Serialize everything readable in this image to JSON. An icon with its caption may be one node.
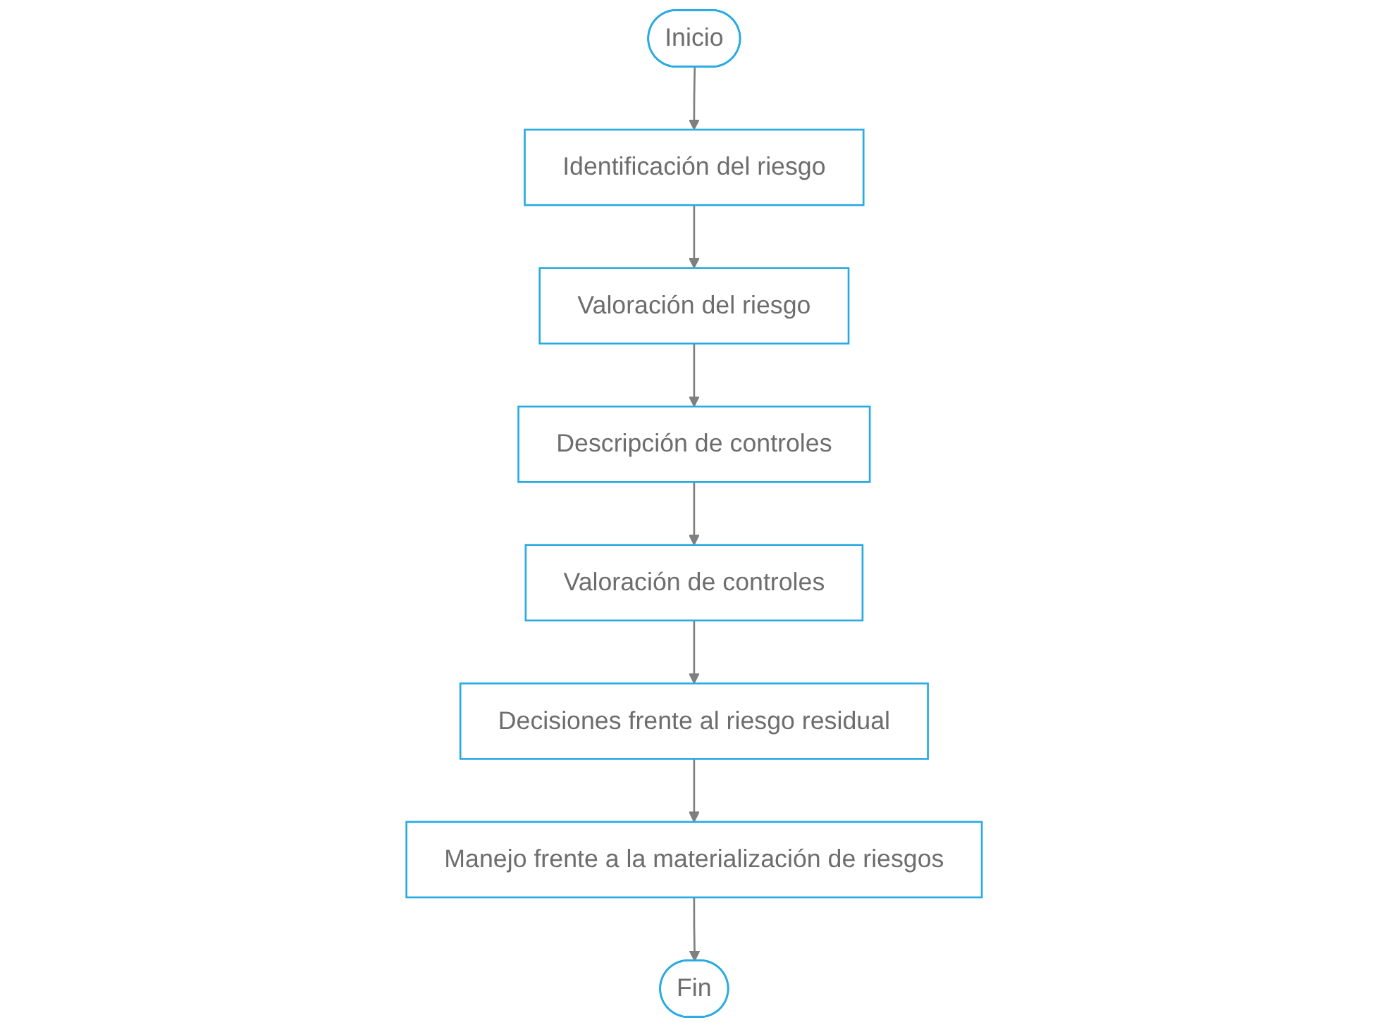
{
  "diagram": {
    "nodes": [
      {
        "text": [
          "Inicio"
        ]
      },
      {
        "text": [
          "Identificación del riesgo"
        ]
      },
      {
        "text": [
          "Valoración del riesgo"
        ]
      },
      {
        "text": [
          "Descripción de controles"
        ]
      },
      {
        "text": [
          "Valoración de controles"
        ]
      },
      {
        "text": [
          "Decisiones frente al riesgo residual"
        ]
      },
      {
        "text": [
          "Manejo frente a la materialización de riesgos"
        ]
      },
      {
        "text": [
          "Fin"
        ]
      }
    ],
    "edges": [
      {
        "from": 0,
        "to": 1,
        "arrow": "to"
      },
      {
        "from": 1,
        "to": 2,
        "arrow": "to"
      },
      {
        "from": 2,
        "to": 3,
        "arrow": "to"
      },
      {
        "from": 3,
        "to": 4,
        "arrow": "to"
      },
      {
        "from": 4,
        "to": 5,
        "arrow": "to"
      },
      {
        "from": 5,
        "to": 6,
        "arrow": "to"
      },
      {
        "from": 6,
        "to": 7,
        "arrow": "to"
      }
    ]
  }
}
